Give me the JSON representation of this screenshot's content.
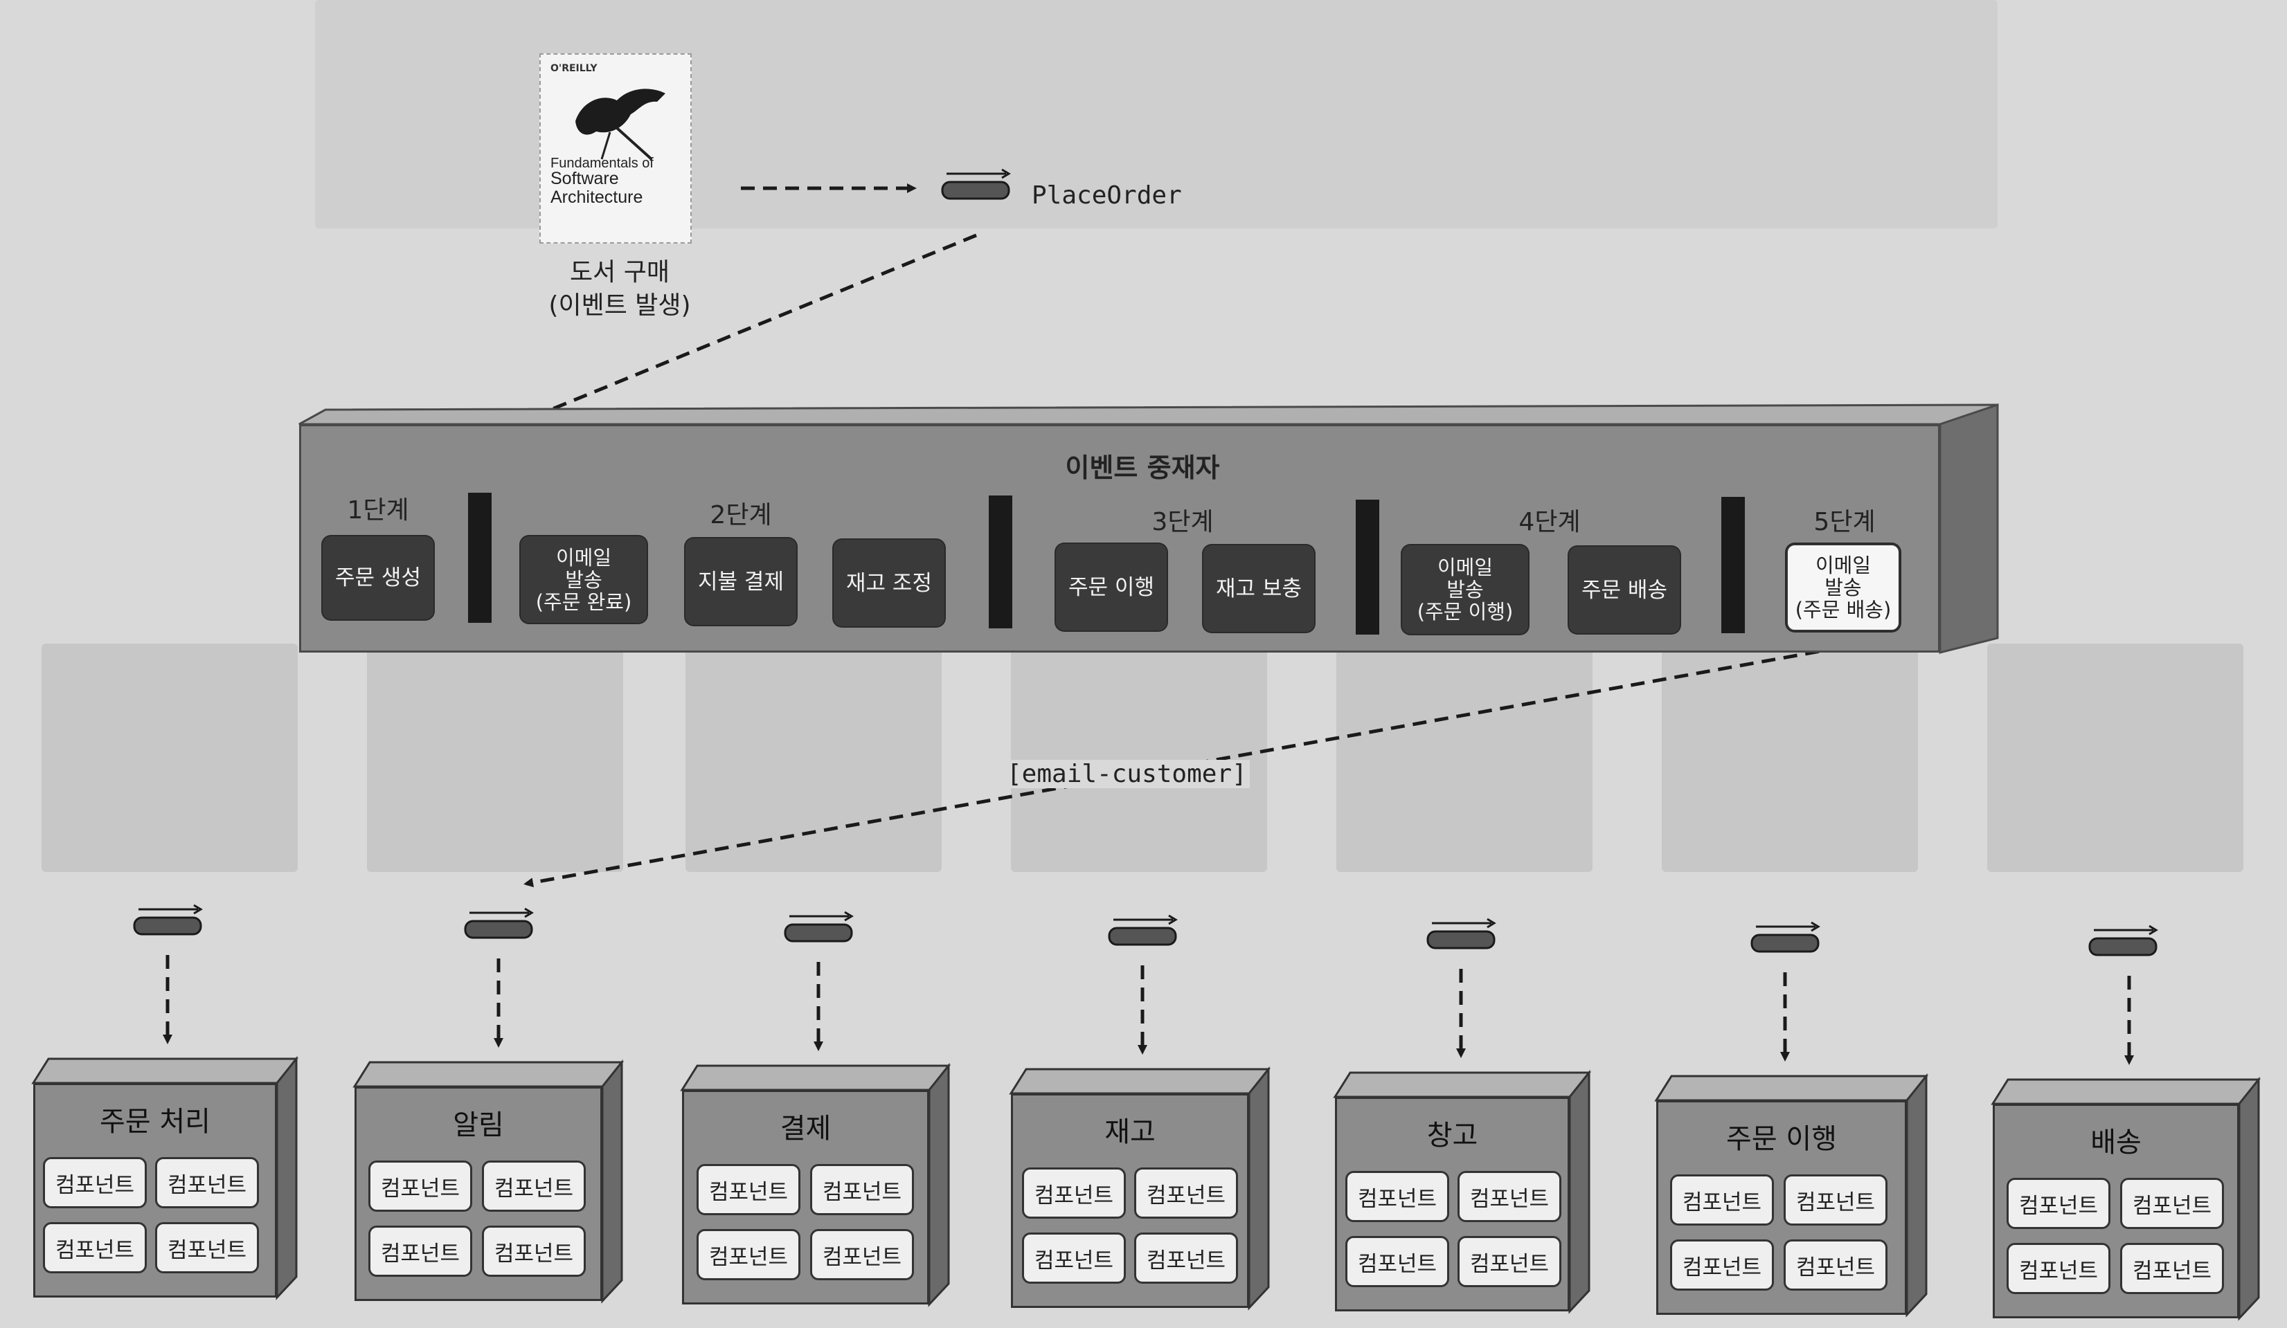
{
  "book": {
    "publisher": "O'REILLY",
    "title_line1": "Fundamentals of",
    "title_line2": "Software",
    "title_line3": "Architecture"
  },
  "event": {
    "caption_line1": "도서 구매",
    "caption_line2": "(이벤트 발생)",
    "channel_name": "PlaceOrder"
  },
  "mediator": {
    "title": "이벤트 중재자",
    "steps": [
      {
        "label": "1단계",
        "tasks": [
          "주문 생성"
        ]
      },
      {
        "label": "2단계",
        "tasks": [
          "이메일\n발송\n(주문 완료)",
          "지불 결제",
          "재고 조정"
        ]
      },
      {
        "label": "3단계",
        "tasks": [
          "주문 이행",
          "재고 보충"
        ]
      },
      {
        "label": "4단계",
        "tasks": [
          "이메일\n발송\n(주문 이행)",
          "주문 배송"
        ]
      },
      {
        "label": "5단계",
        "tasks": [
          "이메일\n발송\n(주문 배송)"
        ]
      }
    ]
  },
  "routing": {
    "channel_label": "[email-customer]"
  },
  "services": [
    {
      "name": "주문 처리"
    },
    {
      "name": "알림"
    },
    {
      "name": "결제"
    },
    {
      "name": "재고"
    },
    {
      "name": "창고"
    },
    {
      "name": "주문 이행"
    },
    {
      "name": "배송"
    }
  ],
  "component_label": "컴포넌트",
  "colors": {
    "background": "#d9d9d9",
    "mediator": "#8a8a8a",
    "task_dark": "#3a3a3a",
    "task_highlight": "#f6f6f6",
    "service": "#8c8c8c",
    "component": "#efefef"
  }
}
